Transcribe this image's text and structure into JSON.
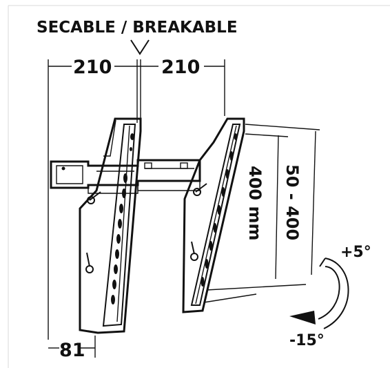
{
  "top_label": "SECABLE / BREAKABLE",
  "dims": {
    "left_width": "210",
    "right_width": "210",
    "depth": "81",
    "vertical_range_1": "400 mm",
    "vertical_range_2": "50 - 400"
  },
  "tilt": {
    "up": "+5°",
    "down": "-15°"
  }
}
